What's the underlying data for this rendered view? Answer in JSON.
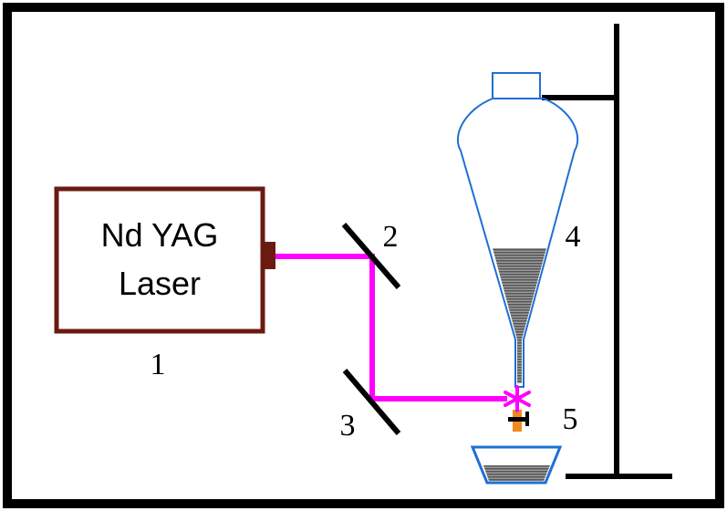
{
  "laser": {
    "line1": "Nd YAG",
    "line2": "Laser"
  },
  "labels": {
    "laser_number": "1",
    "mirror_upper": "2",
    "mirror_lower": "3",
    "funnel": "4",
    "stopcock": "5"
  },
  "colors": {
    "frame": "#000000",
    "laser_body": "#6b1a12",
    "beam": "#ff00ff",
    "funnel_outline": "#1f6fd6",
    "liquid": "#6e6e6e",
    "valve_orange": "#f08a1e"
  },
  "icons": [
    "laser-source",
    "mirror",
    "separatory-funnel",
    "stopcock-valve",
    "spark-icon",
    "collection-dish",
    "retort-stand"
  ]
}
